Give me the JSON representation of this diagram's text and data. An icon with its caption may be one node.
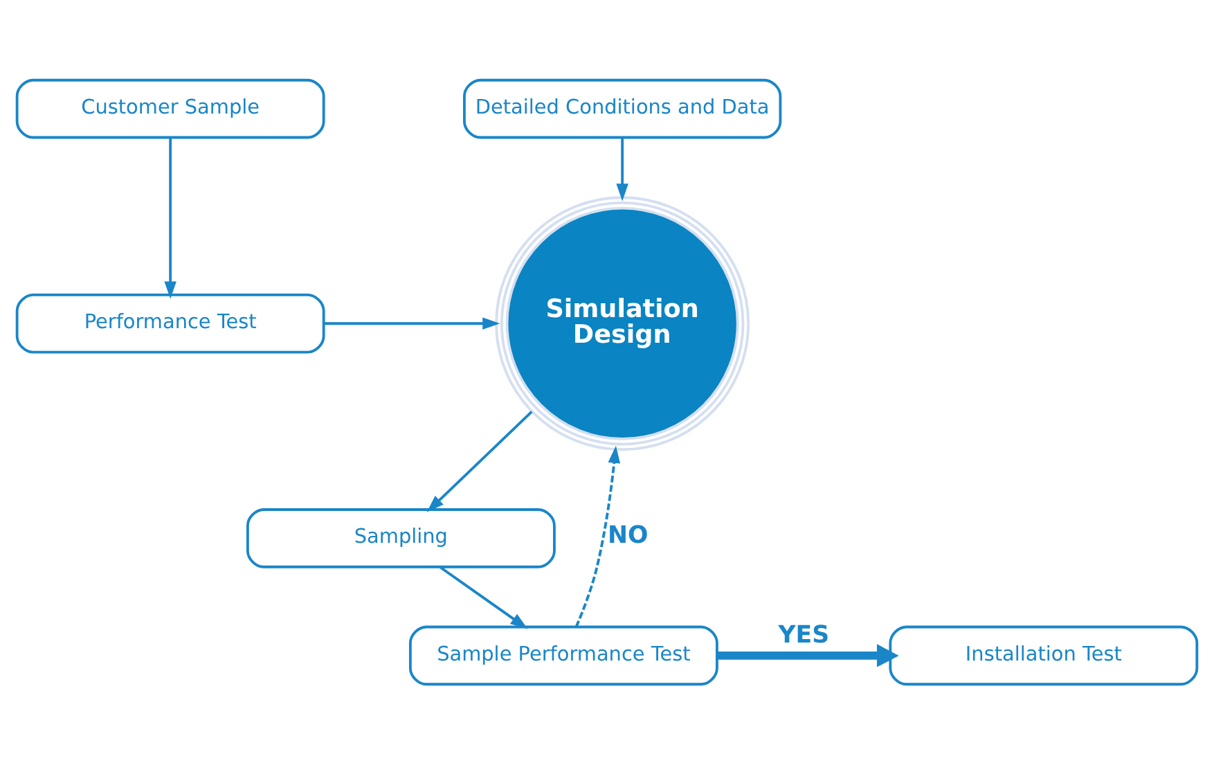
{
  "diagram": {
    "nodes": [
      {
        "text": [
          "Customer Sample"
        ]
      },
      {
        "text": [
          "Detailed Conditions and Data"
        ]
      },
      {
        "text": [
          "Performance Test"
        ]
      },
      {
        "text": [
          "Simulation Design"
        ]
      },
      {
        "text": [
          "Sampling"
        ]
      },
      {
        "text": [
          "Installation Test"
        ]
      },
      {
        "text": [
          "Sample Performance Test"
        ]
      }
    ],
    "edges": [
      {
        "from": 0,
        "to": 2,
        "arrow": "to"
      },
      {
        "from": 1,
        "to": 3,
        "arrow": "to"
      },
      {
        "from": 2,
        "to": 3,
        "arrow": "to"
      },
      {
        "from": 3,
        "to": 4,
        "arrow": "to"
      },
      {
        "from": 4,
        "to": 6,
        "arrow": "to"
      },
      {
        "from": 6,
        "to": 5,
        "arrow": "to",
        "label": "YES",
        "style": "thick"
      },
      {
        "from": 6,
        "to": 3,
        "arrow": "to",
        "label": "NO",
        "style": "dashed"
      }
    ]
  }
}
